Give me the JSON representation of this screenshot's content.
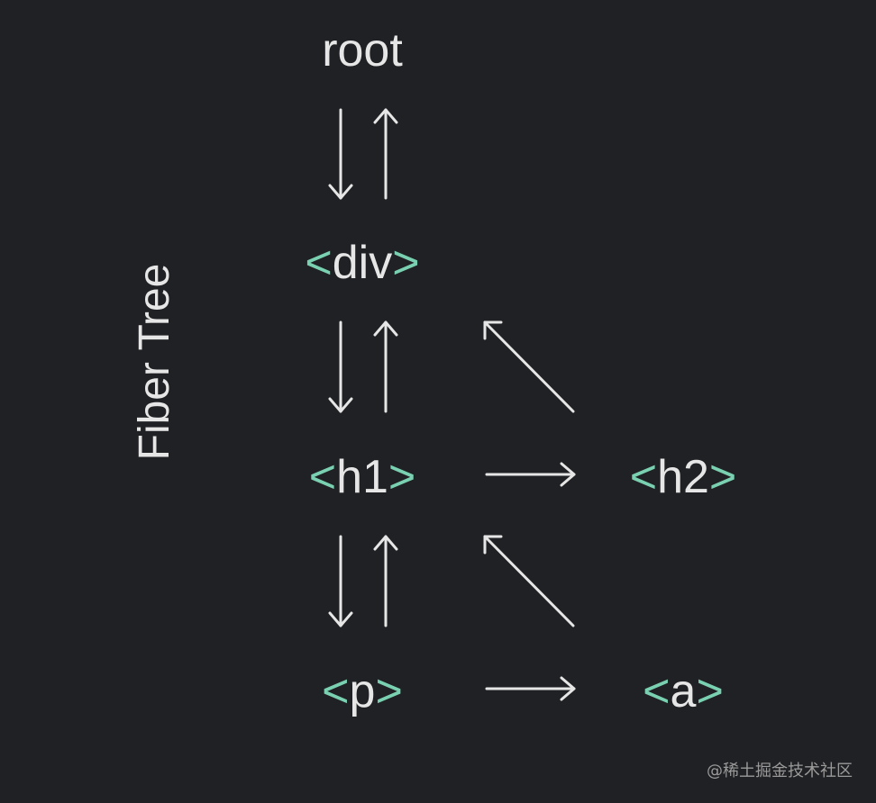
{
  "side_label": "Fiber Tree",
  "nodes": {
    "root": {
      "open": "",
      "name": "root",
      "close": ""
    },
    "div": {
      "open": "<",
      "name": "div",
      "close": ">"
    },
    "h1": {
      "open": "<",
      "name": "h1",
      "close": ">"
    },
    "h2": {
      "open": "<",
      "name": "h2",
      "close": ">"
    },
    "p": {
      "open": "<",
      "name": "p",
      "close": ">"
    },
    "a": {
      "open": "<",
      "name": "a",
      "close": ">"
    }
  },
  "colors": {
    "background": "#202124",
    "text": "#e6e6e6",
    "bracket": "#7ad1b2"
  },
  "watermark": "@稀土掘金技术社区"
}
